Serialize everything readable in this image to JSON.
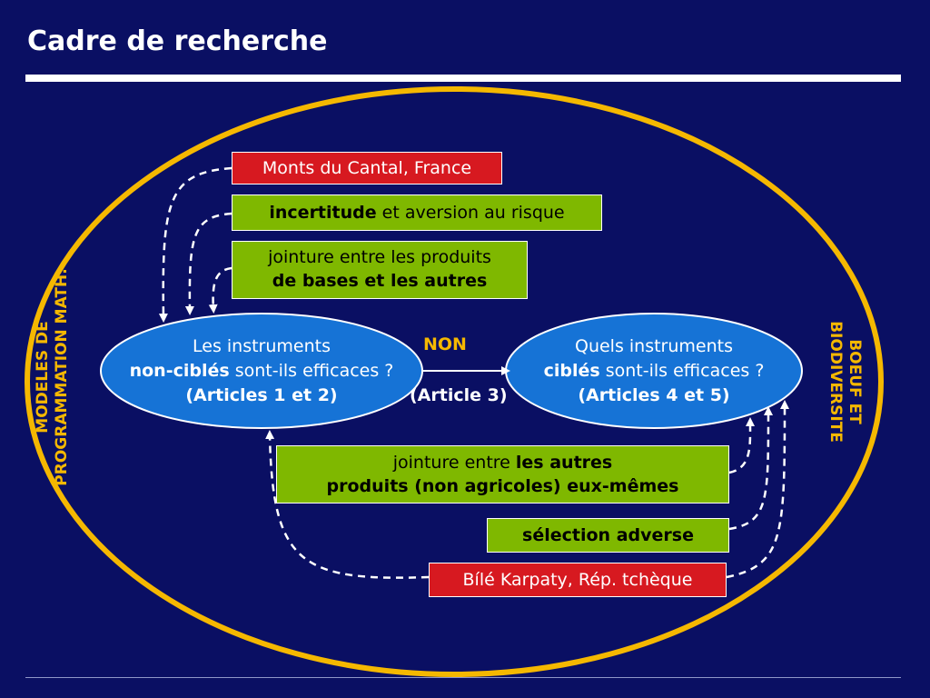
{
  "title": "Cadre de recherche",
  "colors": {
    "background": "#0a0f63",
    "outer_ellipse": "#f5b800",
    "inner_ellipse": "#1673d6",
    "red_box": "#d71920",
    "green_box": "#7fb800",
    "accent_text": "#f5b800"
  },
  "left_side": {
    "line1": "MODELES DE",
    "line2": "PROGRAMMATION MATH."
  },
  "right_side": {
    "line1": "BOEUF ET",
    "line2": "BIODIVERSITE"
  },
  "boxes": {
    "monts": "Monts du Cantal, France",
    "incertitude_bold": "incertitude",
    "incertitude_rest": " et aversion au risque",
    "jointure1_line1": "jointure entre les produits",
    "jointure1_line2": "de bases et les autres",
    "jointure2_prefix": "jointure entre ",
    "jointure2_bold1": "les autres",
    "jointure2_line2": "produits (non agricoles) eux-mêmes",
    "selection": "sélection adverse",
    "bile": "Bílé Karpaty, Rép. tchèque"
  },
  "left_ellipse": {
    "line1": "Les instruments",
    "bold": "non-ciblés",
    "rest": " sont-ils efficaces ?",
    "line3": "(Articles 1 et 2)"
  },
  "right_ellipse": {
    "line1": "Quels instruments",
    "bold": "ciblés",
    "rest": " sont-ils efficaces ?",
    "line3": "(Articles 4 et 5)"
  },
  "connector": {
    "label": "NON",
    "article": "(Article 3)"
  }
}
